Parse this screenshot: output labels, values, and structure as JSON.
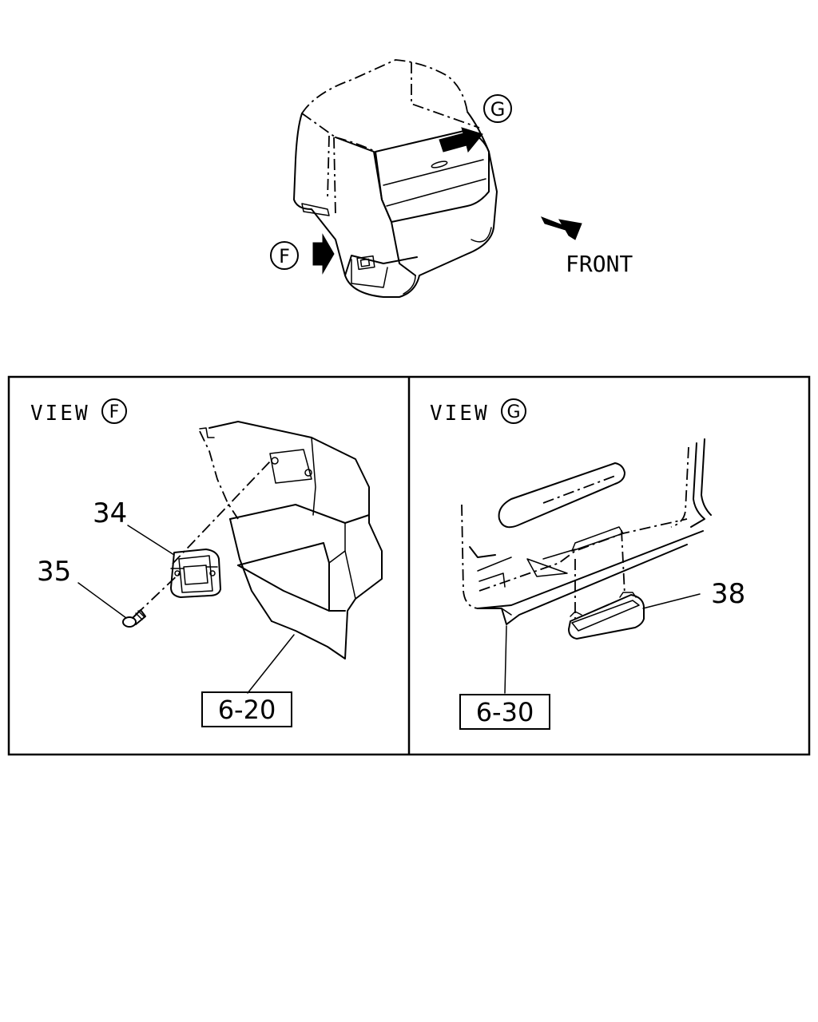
{
  "overview": {
    "marker_g": "G",
    "marker_f": "F",
    "front_label": "FRONT"
  },
  "view_f": {
    "title_word": "VIEW",
    "title_marker": "F",
    "callouts": [
      "34",
      "35"
    ],
    "reference": "6-20"
  },
  "view_g": {
    "title_word": "VIEW",
    "title_marker": "G",
    "callouts": [
      "38"
    ],
    "reference": "6-30"
  }
}
